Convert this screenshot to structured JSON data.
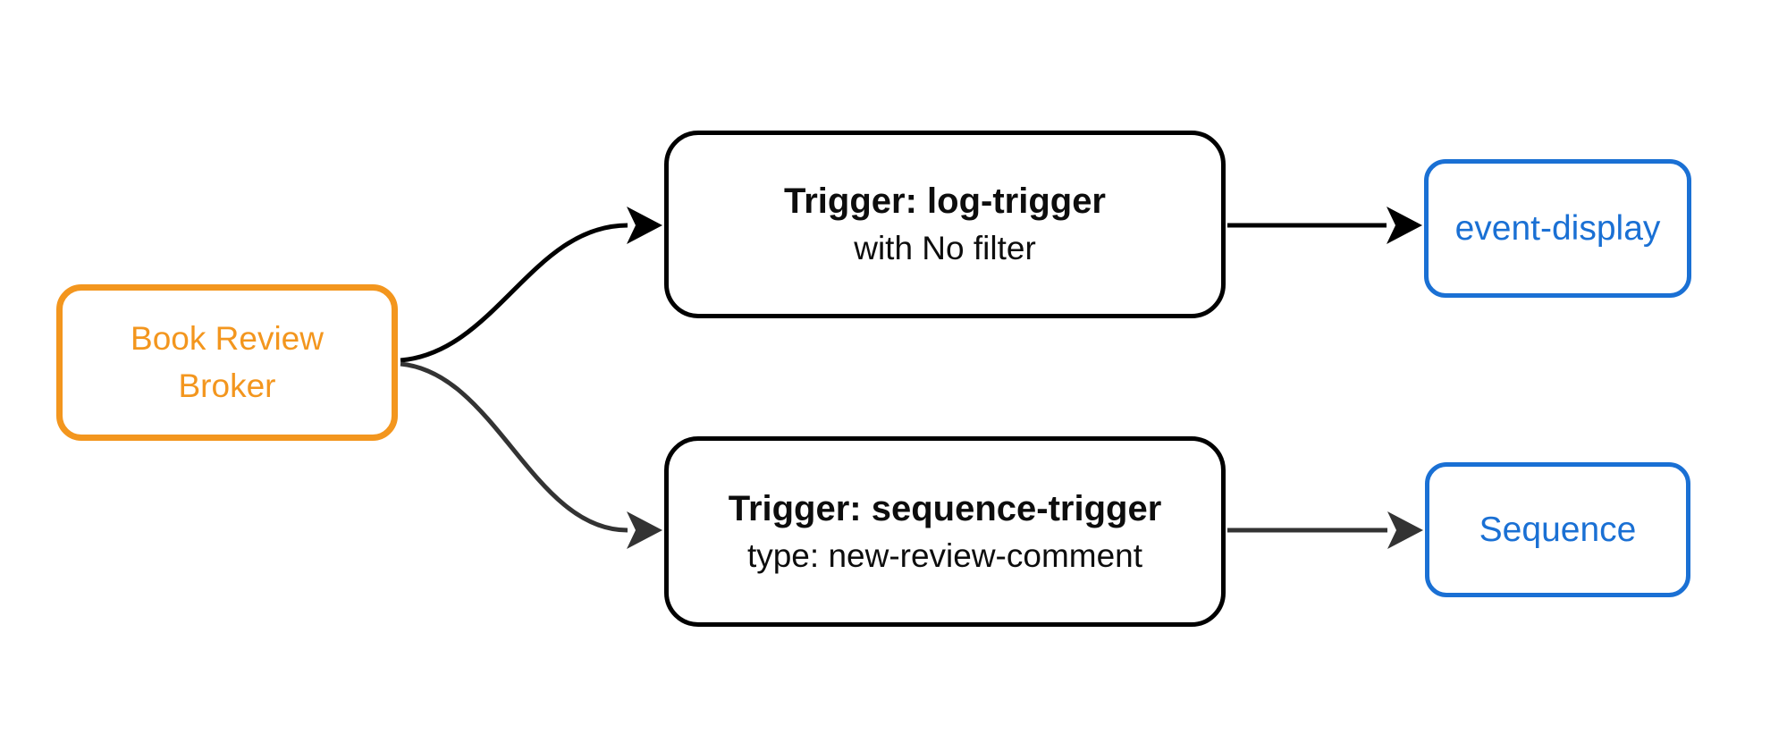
{
  "diagram_title": "Book Review Broker trigger flowchart",
  "colors": {
    "background": "#FFFFFF",
    "broker_orange": "#F3961E",
    "sink_blue": "#1A70D4",
    "edge_black": "#000000",
    "edge_gray": "#333333",
    "trigger_text": "#0D0D0D"
  },
  "nodes": {
    "broker": {
      "label": "Book Review Broker",
      "line1": "Book Review",
      "line2": "Broker"
    },
    "log_trigger": {
      "title": "Trigger: log-trigger",
      "subtitle": "with No filter"
    },
    "sequence_trigger": {
      "title": "Trigger: sequence-trigger",
      "subtitle": "type: new-review-comment"
    },
    "event_display": {
      "label": "event-display"
    },
    "sequence": {
      "label": "Sequence"
    }
  },
  "edges": [
    {
      "from": "Book Review Broker",
      "to": "Trigger: log-trigger",
      "style": "curved",
      "color": "#000000"
    },
    {
      "from": "Book Review Broker",
      "to": "Trigger: sequence-trigger",
      "style": "curved",
      "color": "#333333"
    },
    {
      "from": "Trigger: log-trigger",
      "to": "event-display",
      "style": "straight",
      "color": "#000000"
    },
    {
      "from": "Trigger: sequence-trigger",
      "to": "Sequence",
      "style": "straight",
      "color": "#333333"
    }
  ]
}
